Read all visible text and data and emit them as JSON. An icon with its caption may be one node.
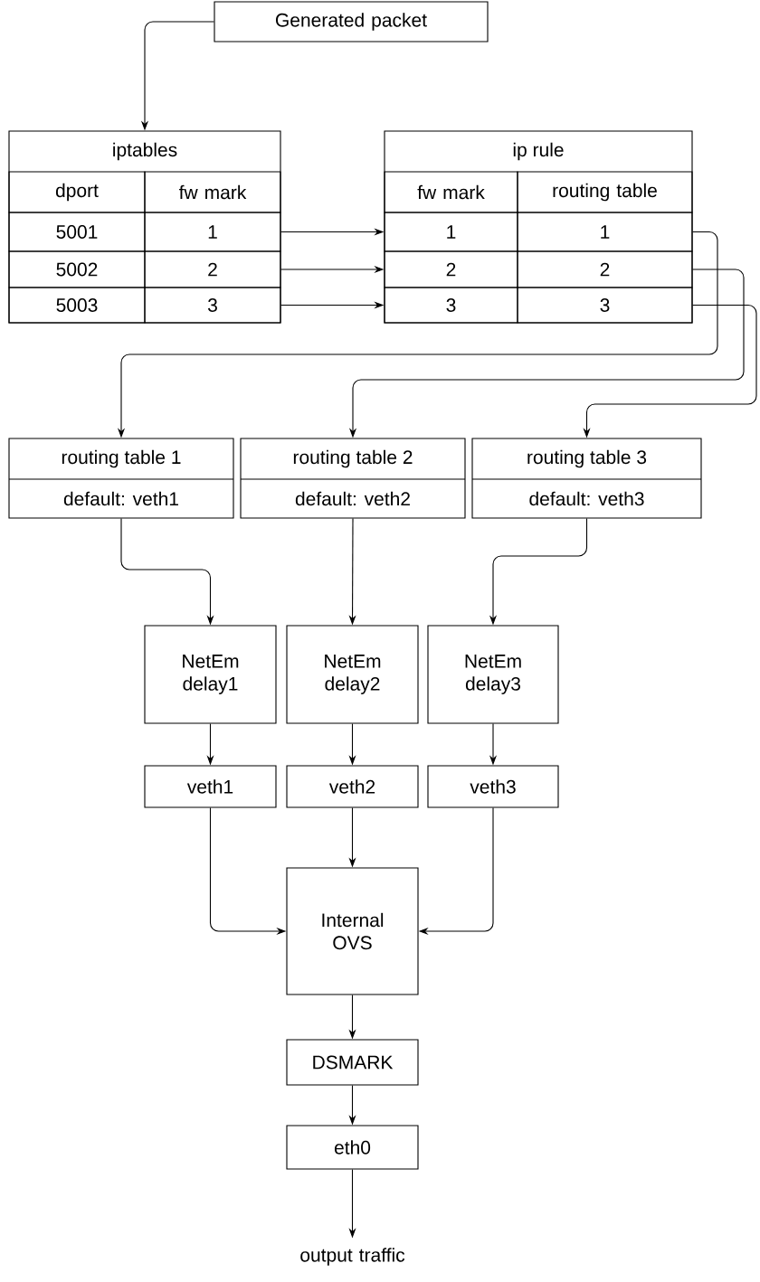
{
  "diagram": {
    "nodes": [
      {
        "text": [
          "Generated packet"
        ]
      },
      {
        "text": [
          "iptables"
        ]
      },
      {
        "text": [
          "dport"
        ],
        "in": 1
      },
      {
        "text": [
          "fw mark"
        ],
        "in": 1
      },
      {
        "text": [
          "5001"
        ],
        "in": 1
      },
      {
        "text": [
          "1"
        ],
        "in": 1
      },
      {
        "text": [
          "5002"
        ],
        "in": 1
      },
      {
        "text": [
          "2"
        ],
        "in": 1
      },
      {
        "text": [
          "5003"
        ],
        "in": 1
      },
      {
        "text": [
          "3"
        ],
        "in": 1
      },
      {
        "text": [
          "ip rule"
        ]
      },
      {
        "text": [
          "fw mark"
        ],
        "in": 10
      },
      {
        "text": [
          "routing table"
        ],
        "in": 10
      },
      {
        "text": [
          "1"
        ],
        "in": 10
      },
      {
        "text": [
          "1"
        ],
        "in": 10
      },
      {
        "text": [
          "2"
        ],
        "in": 10
      },
      {
        "text": [
          "2"
        ],
        "in": 10
      },
      {
        "text": [
          "3"
        ],
        "in": 10
      },
      {
        "text": [
          "3"
        ],
        "in": 10
      },
      {
        "text": [
          "routing table 1",
          "default: veth1"
        ]
      },
      {
        "text": [
          "routing table 2",
          "default: veth2"
        ]
      },
      {
        "text": [
          "routing table 3",
          "default: veth3"
        ]
      },
      {
        "text": [
          "NetEm delay1"
        ]
      },
      {
        "text": [
          "NetEm delay2"
        ]
      },
      {
        "text": [
          "NetEm delay3"
        ]
      },
      {
        "text": [
          "veth1"
        ]
      },
      {
        "text": [
          "veth2"
        ]
      },
      {
        "text": [
          "veth3"
        ]
      },
      {
        "text": [
          "Internal OVS"
        ]
      },
      {
        "text": [
          "DSMARK"
        ]
      },
      {
        "text": [
          "eth0"
        ]
      },
      {
        "text": [
          "output traffic"
        ]
      }
    ],
    "edges": [
      {
        "from": 0,
        "to": 1,
        "arrow": "to"
      },
      {
        "from": 5,
        "to": 13,
        "arrow": "to"
      },
      {
        "from": 7,
        "to": 15,
        "arrow": "to"
      },
      {
        "from": 9,
        "to": 17,
        "arrow": "to"
      },
      {
        "from": 14,
        "to": 19,
        "arrow": "to"
      },
      {
        "from": 16,
        "to": 20,
        "arrow": "to"
      },
      {
        "from": 18,
        "to": 21,
        "arrow": "to"
      },
      {
        "from": 19,
        "to": 22,
        "arrow": "to"
      },
      {
        "from": 20,
        "to": 23,
        "arrow": "to"
      },
      {
        "from": 21,
        "to": 24,
        "arrow": "to"
      },
      {
        "from": 22,
        "to": 25,
        "arrow": "to"
      },
      {
        "from": 23,
        "to": 26,
        "arrow": "to"
      },
      {
        "from": 24,
        "to": 27,
        "arrow": "to"
      },
      {
        "from": 25,
        "to": 28,
        "arrow": "to"
      },
      {
        "from": 26,
        "to": 28,
        "arrow": "to"
      },
      {
        "from": 27,
        "to": 28,
        "arrow": "to"
      },
      {
        "from": 28,
        "to": 29,
        "arrow": "to"
      },
      {
        "from": 29,
        "to": 30,
        "arrow": "to"
      },
      {
        "from": 30,
        "to": 31,
        "arrow": "to"
      }
    ]
  }
}
